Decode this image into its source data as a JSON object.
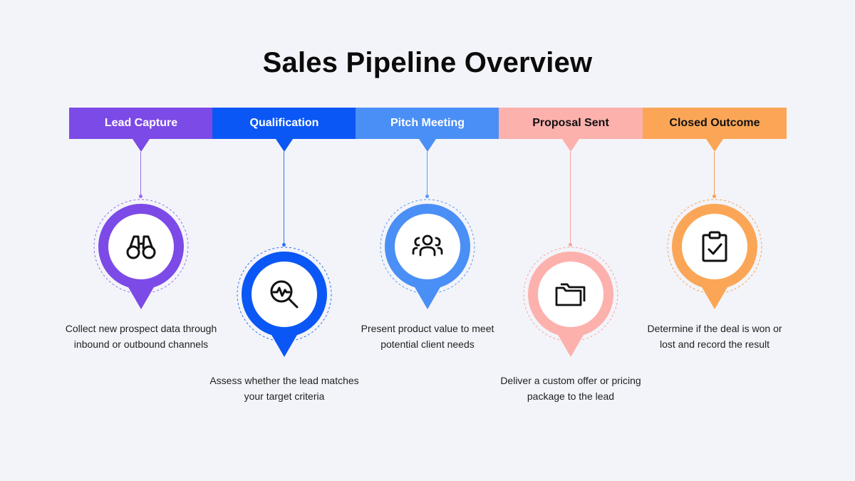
{
  "title": "Sales Pipeline Overview",
  "stages": [
    {
      "label": "Lead Capture",
      "description": "Collect new prospect data through inbound or outbound channels",
      "icon": "binoculars-icon",
      "color": "#7c4ae6",
      "text_color": "#ffffff",
      "ring_color": "#9a6cf0"
    },
    {
      "label": "Qualification",
      "description": "Assess whether the lead matches your target criteria",
      "icon": "magnifier-pulse-icon",
      "color": "#0b57f5",
      "text_color": "#ffffff",
      "ring_color": "#2f6ff5"
    },
    {
      "label": "Pitch Meeting",
      "description": "Present product value to meet potential client needs",
      "icon": "people-group-icon",
      "color": "#4a8ff5",
      "text_color": "#ffffff",
      "ring_color": "#5b9bf5"
    },
    {
      "label": "Proposal Sent",
      "description": "Deliver a custom offer or pricing package to the lead",
      "icon": "folder-icon",
      "color": "#fcb1ad",
      "text_color": "#111111",
      "ring_color": "#f8a5a2"
    },
    {
      "label": "Closed Outcome",
      "description": "Determine if the deal is won or lost and record the result",
      "icon": "clipboard-check-icon",
      "color": "#fba656",
      "text_color": "#111111",
      "ring_color": "#f8a04f"
    }
  ]
}
